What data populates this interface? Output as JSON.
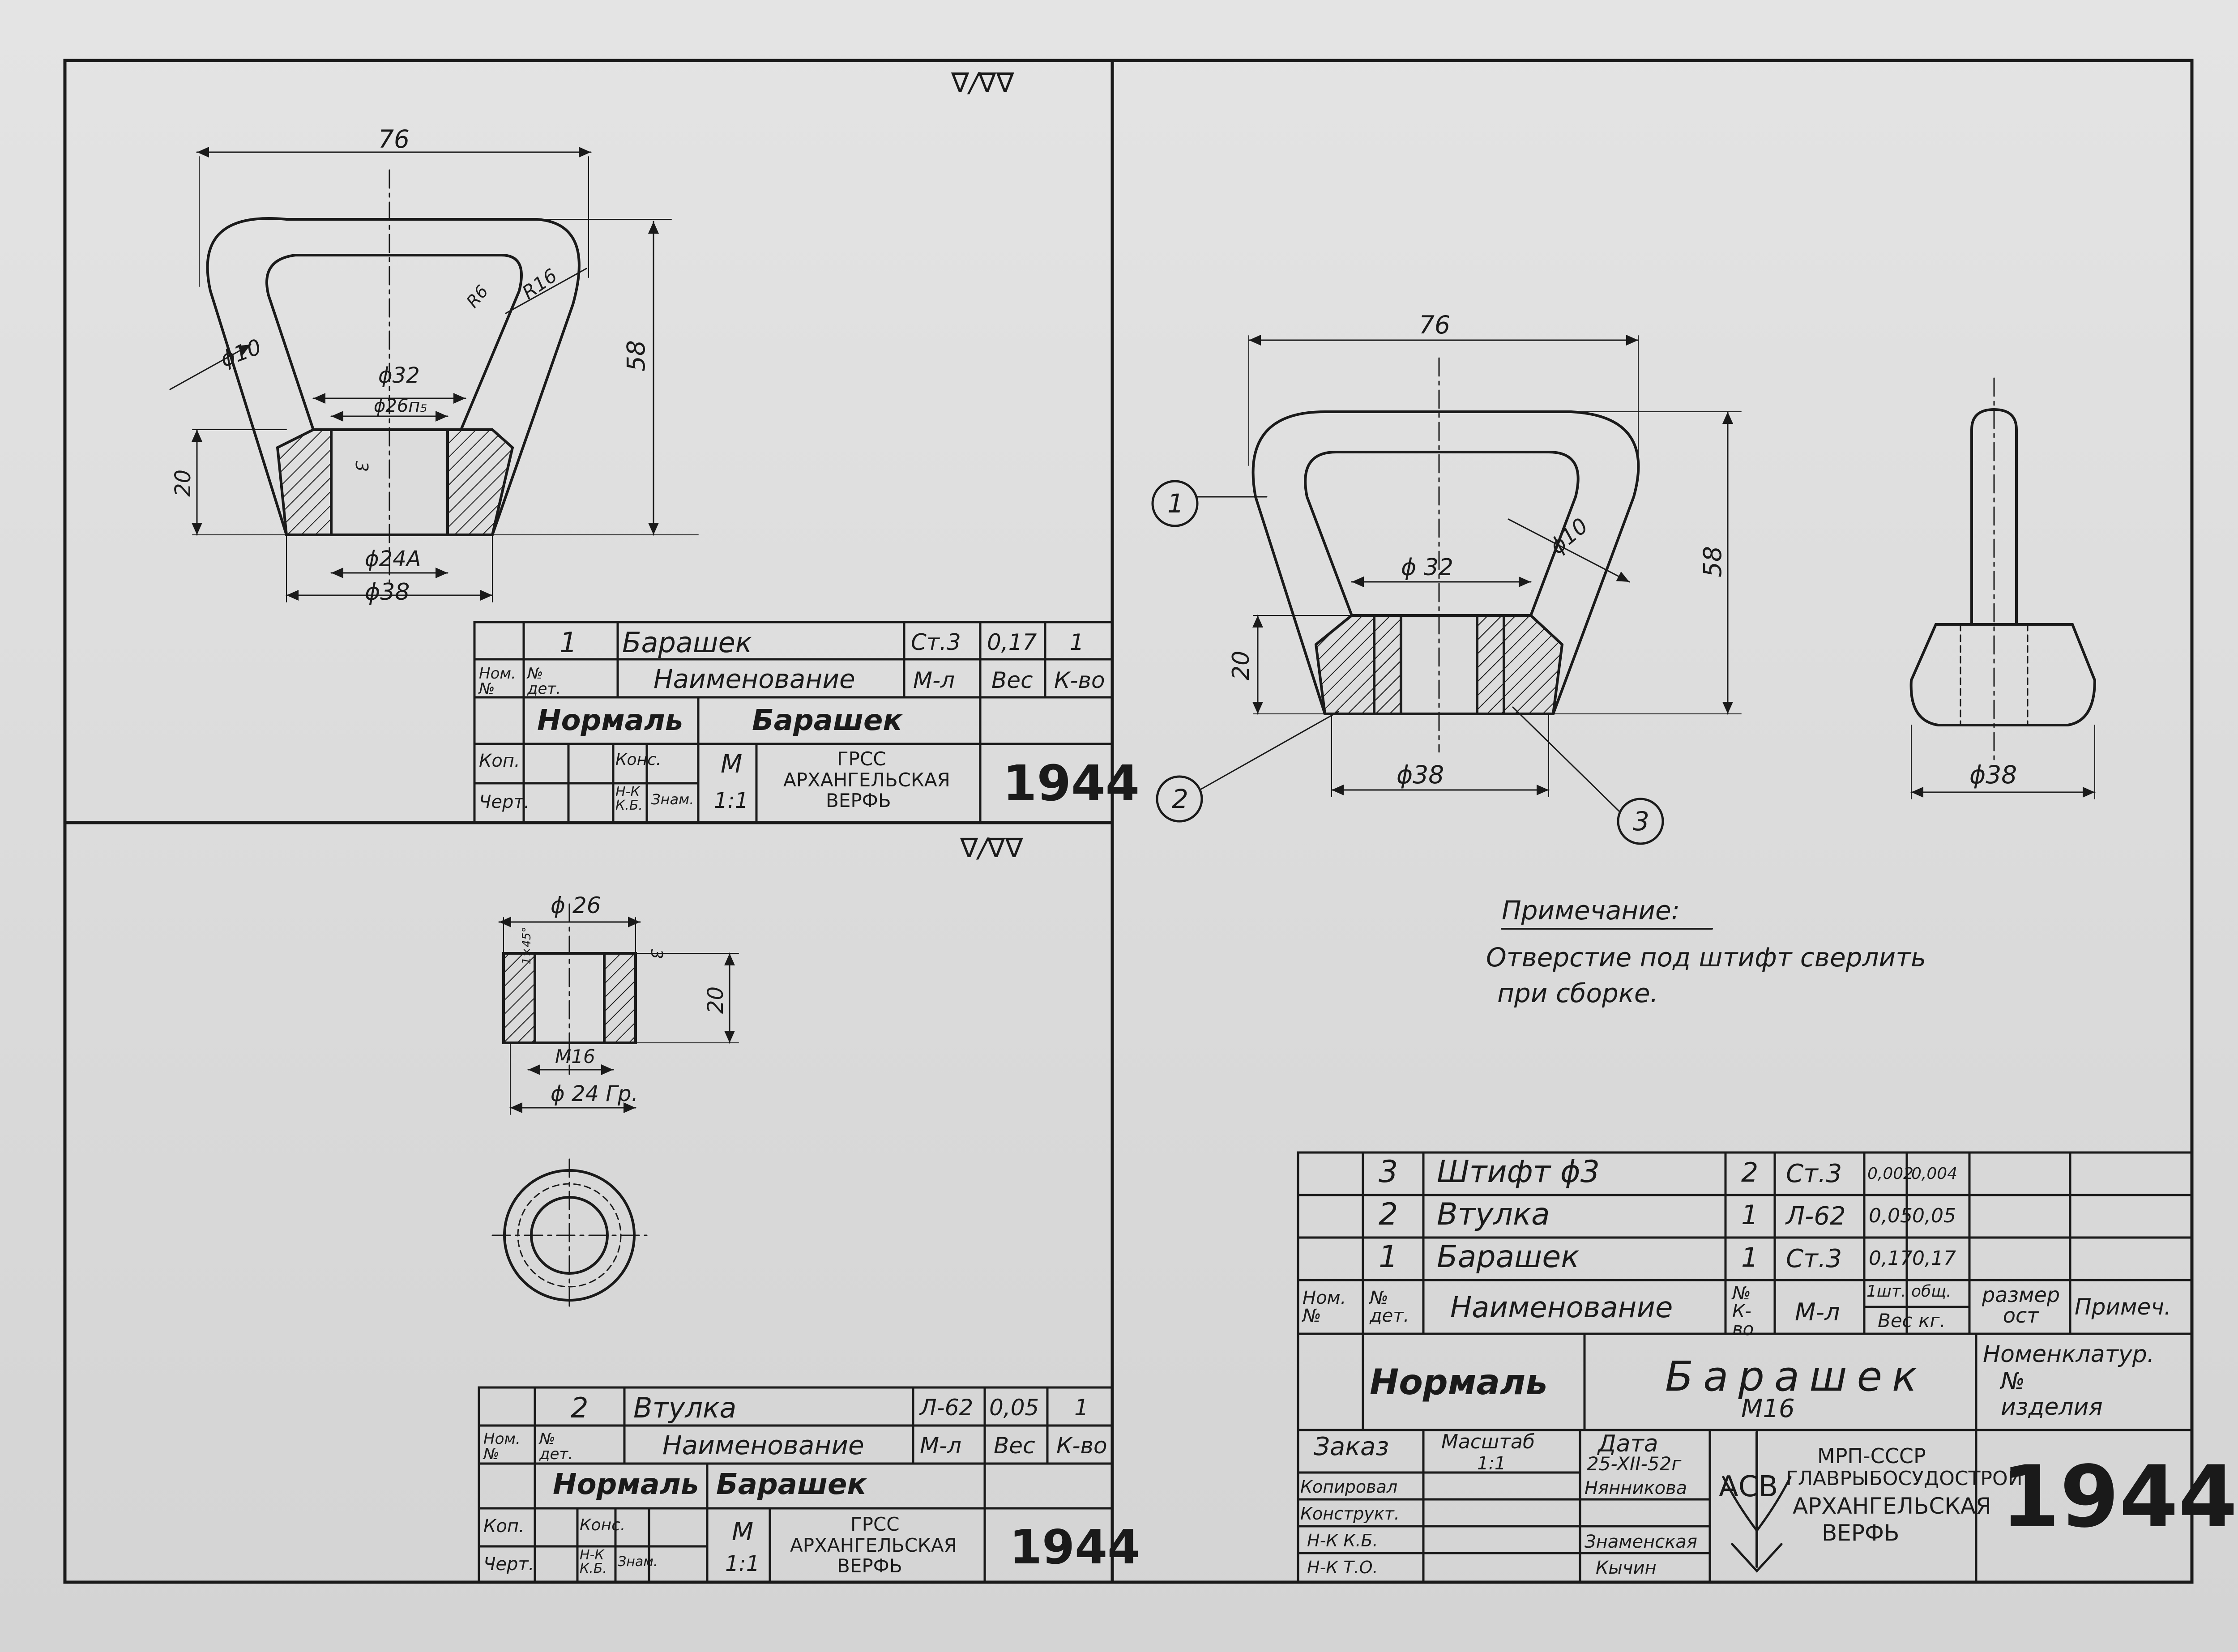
{
  "roughness_left_top": "∇/∇∇",
  "roughness_left_bottom": "∇/∇∇",
  "top_left_drawing": {
    "dims": {
      "width": "76",
      "height": "58",
      "r16": "R16",
      "r6": "R6",
      "d10": "ϕ10",
      "d32": "ϕ32",
      "d26": "ϕ26п₅",
      "d24": "ϕ24А",
      "d38": "ϕ38",
      "h20": "20",
      "h3": "3"
    }
  },
  "title_block_1": {
    "row_no": "1",
    "row_name": "Барашек",
    "row_mat": "Ст.3",
    "row_weight": "0,17",
    "row_qty": "1",
    "hdr_no": "Ном. №",
    "hdr_det": "№ дет.",
    "hdr_name": "Наименование",
    "hdr_mat": "М-л",
    "hdr_weight": "Вес",
    "hdr_qty": "К-во",
    "normal": "Нормаль",
    "part": "Барашек",
    "kop": "Коп.",
    "chert": "Черт.",
    "kons": "Конс.",
    "nk": "Н-К К.Б.",
    "sig": "Знам.",
    "scale_label": "М",
    "scale": "1:1",
    "org1": "ГРСС",
    "org2": "АРХАНГЕЛЬСКАЯ",
    "org3": "ВЕРФЬ",
    "number": "1944"
  },
  "bottom_left_drawing": {
    "dims": {
      "d26": "ϕ 26",
      "m16": "М16",
      "d24": "ϕ 24 Гр.",
      "h20": "20",
      "h3": "3",
      "ch": "1×45°"
    }
  },
  "title_block_2": {
    "row_no": "2",
    "row_name": "Втулка",
    "row_mat": "Л-62",
    "row_weight": "0,05",
    "row_qty": "1",
    "hdr_no": "Ном. №",
    "hdr_det": "№ дет.",
    "hdr_name": "Наименование",
    "hdr_mat": "М-л",
    "hdr_weight": "Вес",
    "hdr_qty": "К-во",
    "normal": "Нормаль",
    "part": "Барашек",
    "kop": "Коп.",
    "chert": "Черт.",
    "kons": "Конс.",
    "nk": "Н-К К.Б.",
    "sig": "Знам.",
    "scale_label": "М",
    "scale": "1:1",
    "org1": "ГРСС",
    "org2": "АРХАНГЕЛЬСКАЯ",
    "org3": "ВЕРФЬ",
    "number": "1944"
  },
  "assembly_drawing": {
    "dims": {
      "width": "76",
      "height": "58",
      "d32": "ϕ 32",
      "d10": "ϕ10",
      "h20": "20",
      "d38": "ϕ38",
      "d38b": "ϕ38"
    },
    "callouts": [
      "1",
      "2",
      "3"
    ]
  },
  "note": {
    "title": "Примечание:",
    "line1": "Отверстие под штифт сверлить",
    "line2": "при сборке."
  },
  "spec_table": {
    "rows": [
      {
        "no": "3",
        "name": "Штифт ϕ3",
        "qty": "2",
        "mat": "Ст.3",
        "w1": "0,002",
        "w2": "0,004"
      },
      {
        "no": "2",
        "name": "Втулка",
        "qty": "1",
        "mat": "Л-62",
        "w1": "0,05",
        "w2": "0,05"
      },
      {
        "no": "1",
        "name": "Барашек",
        "qty": "1",
        "mat": "Ст.3",
        "w1": "0,17",
        "w2": "0,17"
      }
    ],
    "hdr_no": "Ном. №",
    "hdr_det": "№ дет.",
    "hdr_name": "Наименование",
    "hdr_qty": "№ К-во",
    "hdr_mat": "М-л",
    "hdr_w1": "1шт.",
    "hdr_w2": "общ.",
    "hdr_w": "Вес кг.",
    "hdr_size": "размер ост",
    "hdr_note": "Примеч."
  },
  "main_title": {
    "normal": "Нормаль",
    "name": "Барашек",
    "size": "М16",
    "nomen1": "Номенклатур.",
    "nomen2": "№",
    "nomen3": "изделия",
    "order": "Заказ",
    "scale_label": "Масштаб",
    "scale": "1:1",
    "date_label": "Дата",
    "date": "25-XII-52г",
    "kop": "Копировал",
    "kons": "Конструкт.",
    "nkb": "Н-К К.Б.",
    "nto": "Н-К Т.О.",
    "p1": "Нянникова",
    "p2": "Знаменская",
    "p3": "Кычин",
    "org1": "МРП-СССР",
    "org2": "ГЛАВРЫБОСУДОСТРОЙ",
    "org3": "АРХАНГЕЛЬСКАЯ",
    "org4": "ВЕРФЬ",
    "logo": "АСВ",
    "number": "1944"
  }
}
